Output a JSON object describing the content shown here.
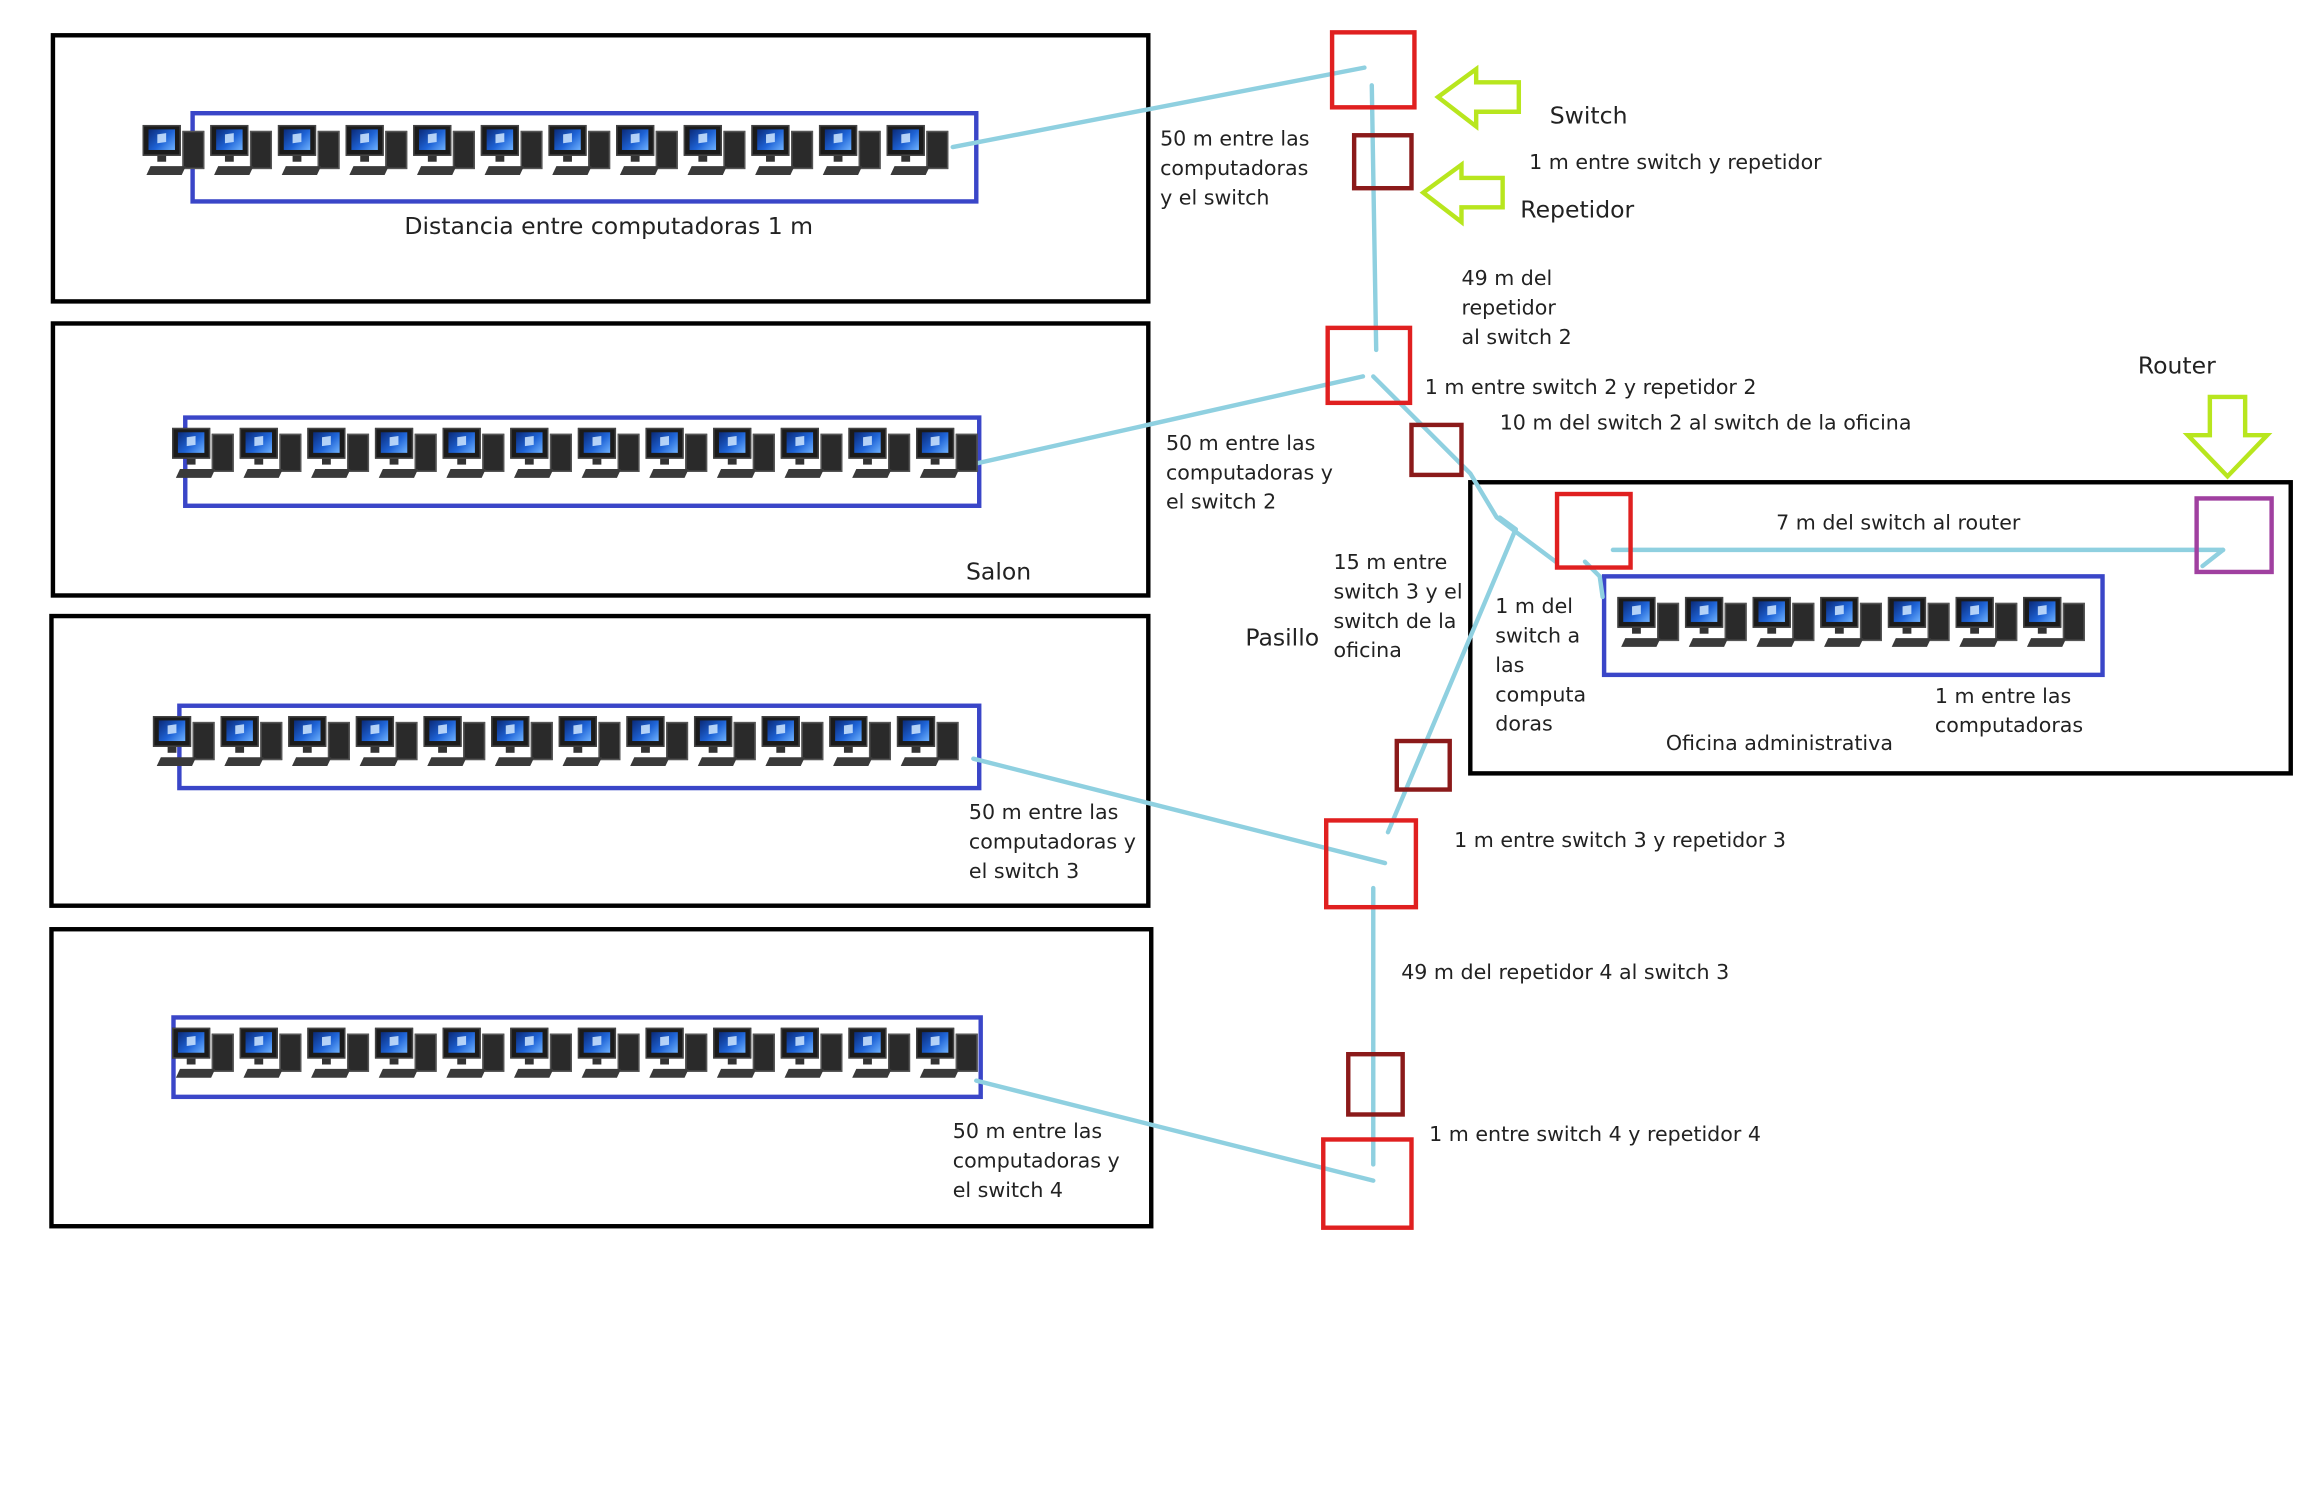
{
  "salon_1": {
    "distance_label": "Distancia entre computadoras 1 m",
    "link_label": "50 m entre las\ncomputadoras\ny el switch",
    "computers": 12
  },
  "salon_2": {
    "room_name": "Salon",
    "link_label": "50 m entre las\ncomputadoras y\nel switch 2",
    "computers": 12
  },
  "salon_3": {
    "link_label": "50 m entre las\ncomputadoras y\nel switch 3",
    "computers": 12
  },
  "salon_4": {
    "link_label": "50 m entre las\ncomputadoras y\nel switch 4",
    "computers": 12
  },
  "legend": {
    "switch": "Switch",
    "repetidor": "Repetidor",
    "router": "Router"
  },
  "hallway": {
    "name": "Pasillo",
    "switch_repeater_1": "1 m entre switch y repetidor",
    "repeater_switch_2": "49 m del\nrepetidor\nal switch 2",
    "switch_repeater_2": "1 m entre switch 2 y repetidor 2",
    "switch2_office": "10 m del switch 2 al switch de la oficina",
    "switch3_office": "15 m entre\nswitch 3 y el\nswitch de la\noficina",
    "switch_repeater_3": "1 m entre switch 3 y repetidor 3",
    "repeater4_switch3": "49 m del repetidor 4 al switch 3",
    "switch_repeater_4": "1 m entre switch 4 y repetidor 4"
  },
  "office": {
    "name": "Oficina administrativa",
    "switch_router": "7 m del switch al router",
    "switch_computers": "1 m del\nswitch a\nlas\ncomputa\ndoras",
    "between_computers": "1 m entre las\ncomputadoras",
    "computers": 7
  },
  "colors": {
    "switch": "#e02020",
    "repeater": "#8b1a1a",
    "router": "#a040a0",
    "cable": "#8fd0e0",
    "arrow": "#b8e61e",
    "group": "#3a46c8",
    "room": "#000000"
  }
}
